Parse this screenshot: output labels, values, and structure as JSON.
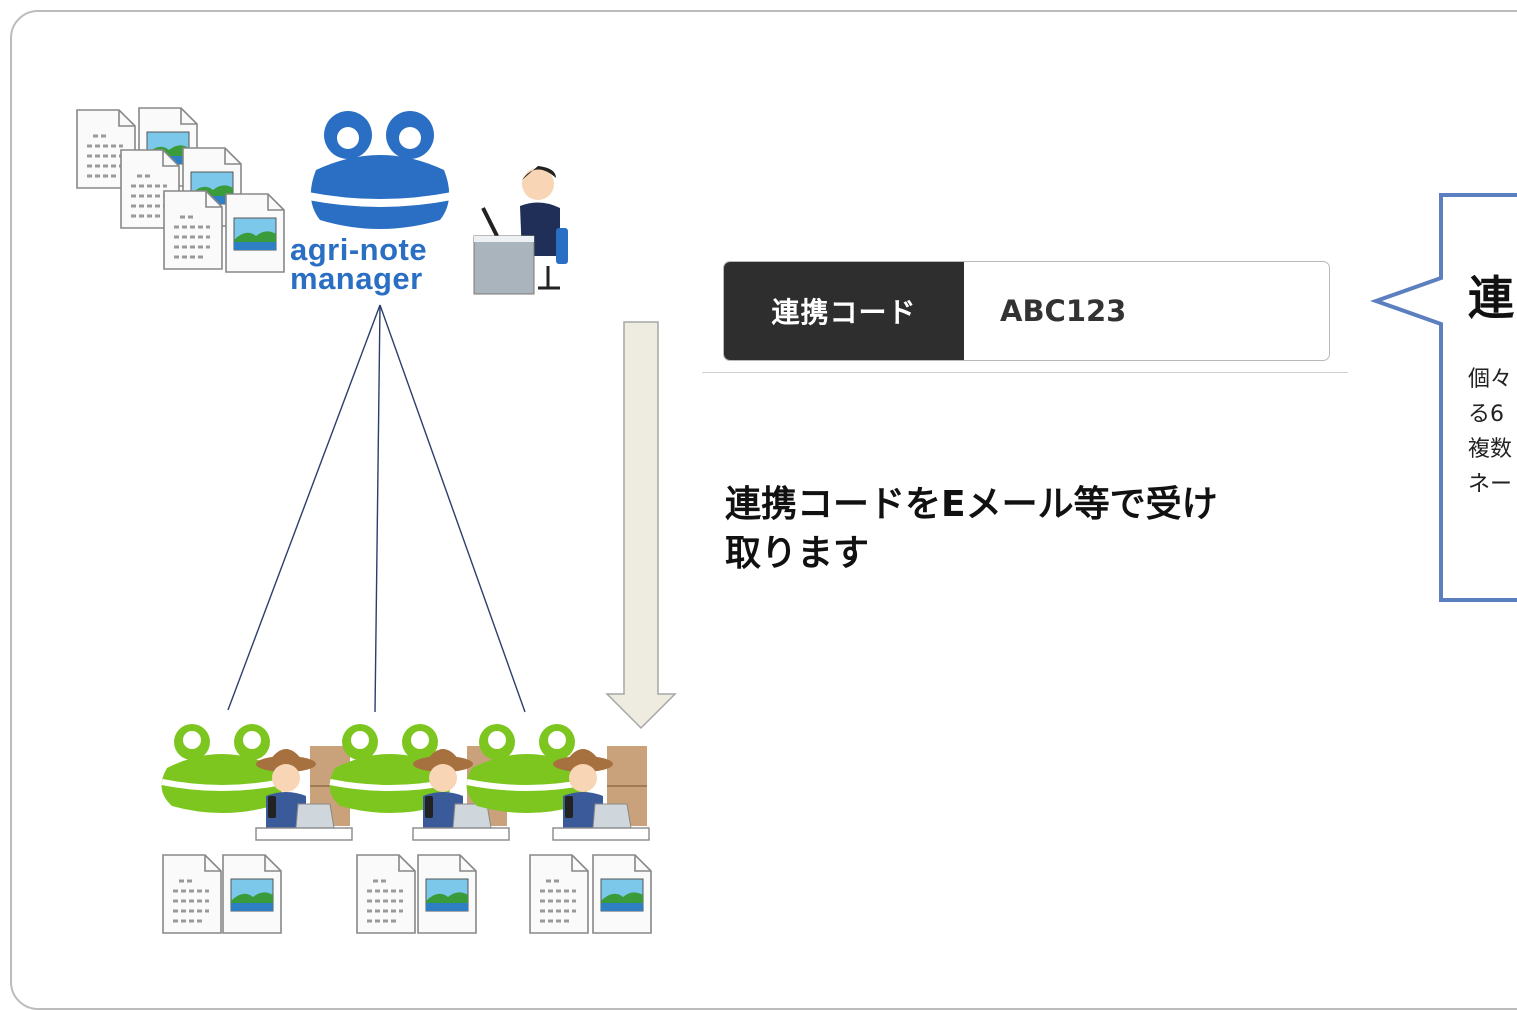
{
  "logo": {
    "line1": "agri-note",
    "line2": "manager"
  },
  "code_field": {
    "label": "連携コード",
    "value": "ABC123"
  },
  "instruction": {
    "line1": "連携コードをEメール等で受け",
    "line2": "取ります"
  },
  "callout": {
    "title": "連",
    "body": [
      "個々",
      "る6",
      "複数",
      "ネー"
    ]
  },
  "colors": {
    "brand_blue": "#2a6fc4",
    "frog_green": "#7cc61f",
    "callout_border": "#5b7fbf",
    "arrow_fill": "#eeece1",
    "code_label_bg": "#2e2e2e"
  },
  "icons": [
    "document-icon",
    "image-file-icon",
    "frog-logo-icon",
    "manager-person-icon",
    "farmer-person-icon",
    "down-arrow"
  ]
}
